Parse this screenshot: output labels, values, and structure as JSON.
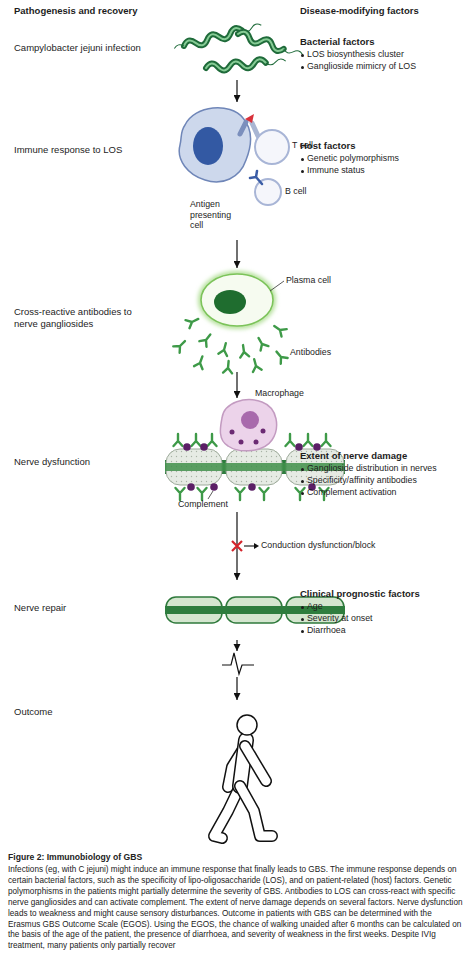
{
  "diagram": {
    "caption": "Figure 2: Immunobiology of GBS",
    "nodes": [
      {
        "text": [
          "Campylobacter jejuni infection"
        ]
      },
      {
        "text": [
          "Immune response to LOS"
        ]
      },
      {
        "text": [
          "Cross-reactive antibodies to nerve gangliosides"
        ]
      },
      {
        "text": [
          "Nerve dysfunction"
        ]
      },
      {
        "text": [
          "Nerve repair"
        ]
      },
      {
        "text": [
          "Outcome"
        ]
      }
    ],
    "edges": [
      {
        "from": 0,
        "to": 1,
        "arrow": "to"
      },
      {
        "from": 1,
        "to": 2,
        "arrow": "to"
      },
      {
        "from": 2,
        "to": 3,
        "arrow": "to"
      },
      {
        "from": 3,
        "to": 4,
        "label": "Conduction dysfunction/block",
        "arrow": "to"
      },
      {
        "from": 4,
        "to": 5,
        "arrow": "to"
      }
    ],
    "labels": [
      "Pathogenesis and recovery",
      "Disease-modifying factors",
      "Bacterial factors",
      "LOS biosynthesis cluster",
      "Ganglioside mimicry of LOS",
      "Antigen presenting cell",
      "T cell",
      "B cell",
      "Host factors",
      "Genetic polymorphisms",
      "Immune status",
      "Plasma cell",
      "Antibodies",
      "Macrophage",
      "Complement",
      "Extent of nerve damage",
      "Ganglioside distribution in nerves",
      "Specificity/affinity antibodies",
      "Complement activation",
      "Clinical prognostic factors",
      "Age",
      "Severity at onset",
      "Diarrhoea",
      "Infections (eg, with C jejuni) might induce an immune response that finally leads to GBS. The immune response depends on certain bacterial factors, such as the specificity of lipo-oligosaccharide (LOS), and on patient-related (host) factors. Genetic polymorphisms in the patients might partially determine the severity of GBS. Antibodies to LOS can cross-react with specific nerve gangliosides and can activate complement. The extent of nerve damage depends on several factors. Nerve dysfunction leads to weakness and might cause sensory disturbances. Outcome in patients with GBS can be determined with the Erasmus GBS Outcome Scale (EGOS). Using the EGOS, the chance of walking unaided after 6 months can be calculated on the basis of the age of the patient, the presence of diarrhoea, and severity of weakness in the first weeks. Despite IVIg treatment, many patients only partially recover"
    ]
  }
}
